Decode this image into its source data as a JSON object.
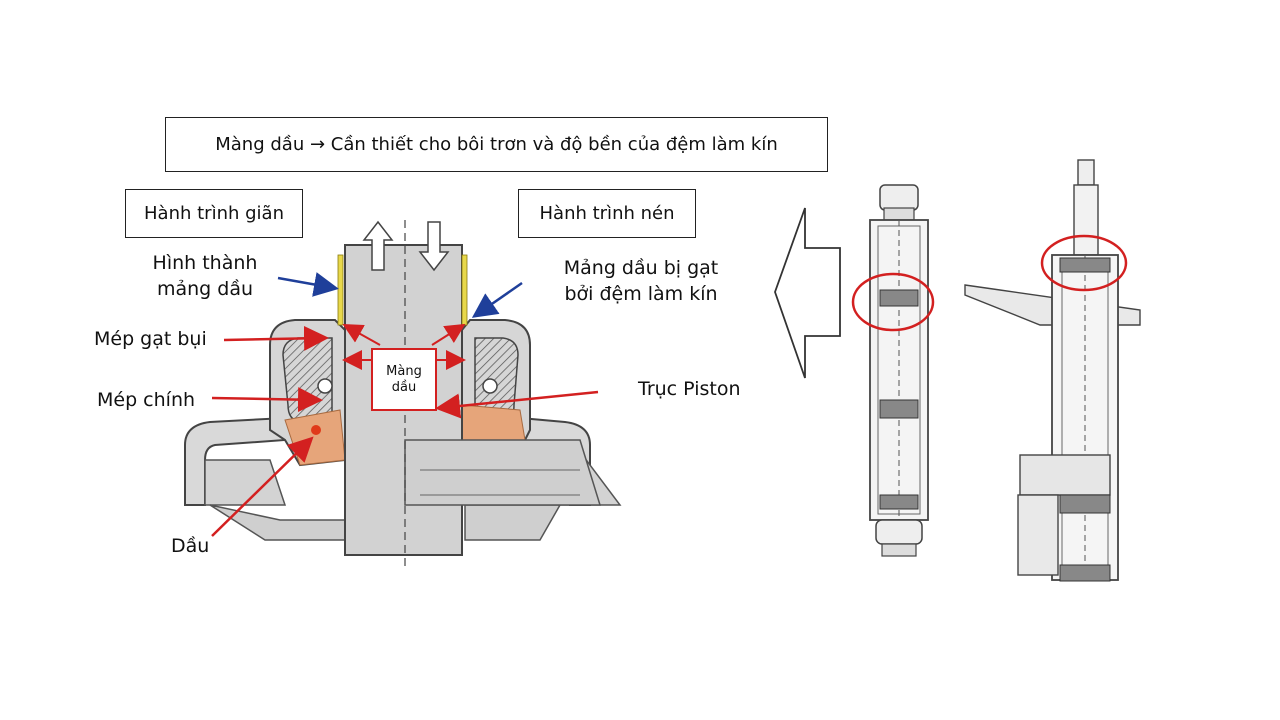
{
  "header": {
    "title": "Màng dầu → Cần thiết cho bôi trơn và độ bền của đệm làm kín"
  },
  "boxes": {
    "extension": "Hành trình giãn",
    "compression": "Hành trình nén"
  },
  "labels": {
    "film_forming_1": "Hình thành",
    "film_forming_2": "mảng dầu",
    "film_wiped_1": "Mảng dầu bị gạt",
    "film_wiped_2": "bởi đệm làm kín",
    "dust_lip": "Mép gạt bụi",
    "main_lip": "Mép chính",
    "piston_rod": "Trục Piston",
    "oil": "Dầu",
    "oil_film_1": "Màng",
    "oil_film_2": "dầu"
  },
  "colors": {
    "accent_red": "#d32020",
    "accent_blue": "#1f3f9a",
    "oil_orange": "#e6a57a",
    "film_yellow": "#e8d84a"
  }
}
